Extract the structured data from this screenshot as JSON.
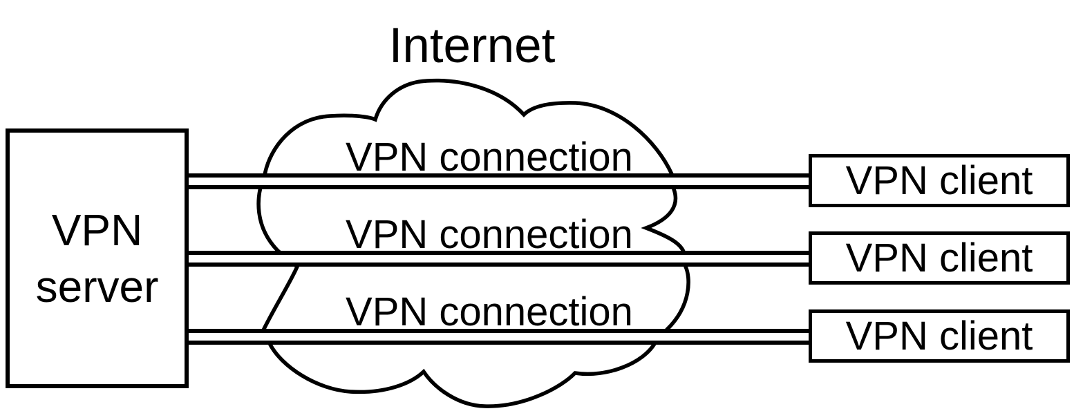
{
  "title": "Internet",
  "server": {
    "line1": "VPN",
    "line2": "server"
  },
  "connections": [
    {
      "label": "VPN connection"
    },
    {
      "label": "VPN connection"
    },
    {
      "label": "VPN connection"
    }
  ],
  "clients": [
    {
      "label": "VPN client"
    },
    {
      "label": "VPN client"
    },
    {
      "label": "VPN client"
    }
  ],
  "colors": {
    "line": "#000000",
    "background": "#ffffff"
  }
}
